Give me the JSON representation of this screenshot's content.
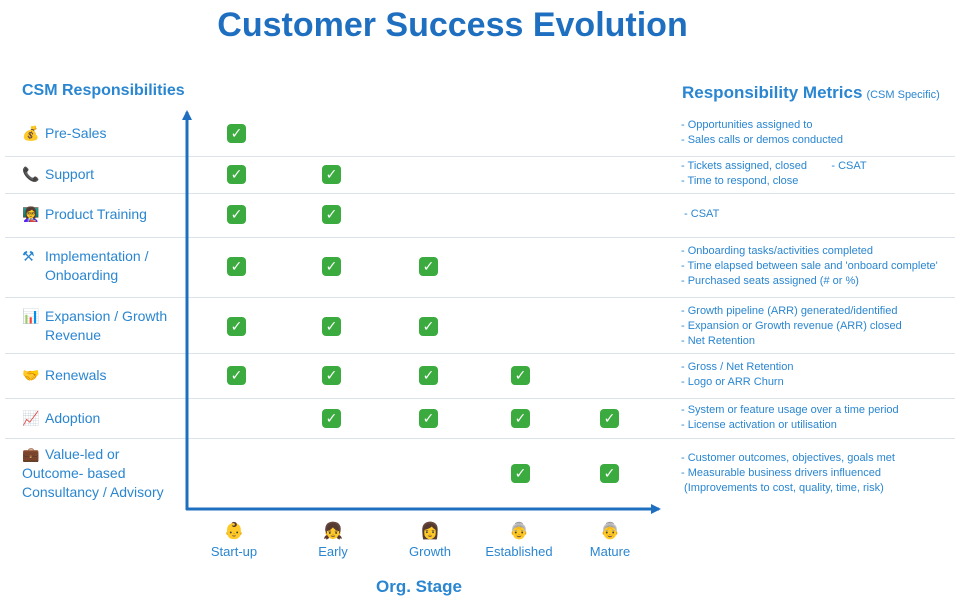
{
  "title": "Customer Success Evolution",
  "left_heading": "CSM Responsibilities",
  "right_heading": "Responsibility Metrics",
  "right_heading_sub": "(CSM Specific)",
  "x_axis_label": "Org. Stage",
  "stages": [
    {
      "label": "Start-up",
      "icon": "baby-face-icon"
    },
    {
      "label": "Early",
      "icon": "child-face-icon"
    },
    {
      "label": "Growth",
      "icon": "woman-face-icon"
    },
    {
      "label": "Established",
      "icon": "older-woman-face-icon"
    },
    {
      "label": "Mature",
      "icon": "elderly-woman-face-icon"
    }
  ],
  "rows": [
    {
      "id": "pre-sales",
      "icon": "money-bag-icon",
      "glyph": "💰",
      "lines": [
        "Pre-Sales"
      ],
      "checks": [
        true,
        false,
        false,
        false,
        false
      ],
      "metrics": [
        "- Opportunities assigned to",
        "- Sales calls or demos conducted"
      ]
    },
    {
      "id": "support",
      "icon": "telephone-icon",
      "glyph": "📞",
      "lines": [
        "Support"
      ],
      "checks": [
        true,
        true,
        false,
        false,
        false
      ],
      "metrics": [
        "- Tickets assigned, closed        - CSAT",
        "- Time to respond, close"
      ]
    },
    {
      "id": "product-training",
      "icon": "teacher-icon",
      "glyph": "👩‍🏫",
      "lines": [
        "Product Training"
      ],
      "checks": [
        true,
        true,
        false,
        false,
        false
      ],
      "metrics": [
        " - CSAT"
      ]
    },
    {
      "id": "implementation",
      "icon": "tools-icon",
      "glyph": "⚒",
      "lines": [
        "Implementation /",
        "Onboarding"
      ],
      "checks": [
        true,
        true,
        true,
        false,
        false
      ],
      "metrics": [
        "- Onboarding tasks/activities completed",
        "- Time elapsed between sale and 'onboard complete'",
        "- Purchased seats assigned (# or %)"
      ]
    },
    {
      "id": "expansion",
      "icon": "bar-chart-icon",
      "glyph": "📊",
      "lines": [
        "Expansion / Growth",
        "Revenue"
      ],
      "checks": [
        true,
        true,
        true,
        false,
        false
      ],
      "metrics": [
        "- Growth pipeline (ARR) generated/identified",
        "- Expansion or Growth revenue (ARR) closed",
        "- Net Retention"
      ]
    },
    {
      "id": "renewals",
      "icon": "handshake-icon",
      "glyph": "🤝",
      "lines": [
        "Renewals"
      ],
      "checks": [
        true,
        true,
        true,
        true,
        false
      ],
      "metrics": [
        "- Gross / Net Retention",
        "- Logo or ARR Churn"
      ]
    },
    {
      "id": "adoption",
      "icon": "chart-increasing-icon",
      "glyph": "📈",
      "lines": [
        "Adoption"
      ],
      "checks": [
        false,
        true,
        true,
        true,
        true
      ],
      "metrics": [
        "- System or feature usage over a time period",
        "- License activation or utilisation"
      ]
    },
    {
      "id": "value-led",
      "icon": "briefcase-icon",
      "glyph": "💼",
      "lines": [
        "Value-led or",
        "Outcome- based",
        "Consultancy / Advisory"
      ],
      "checks": [
        false,
        false,
        false,
        true,
        true
      ],
      "metrics": [
        "- Customer outcomes, objectives, goals met",
        "- Measurable business drivers influenced",
        " (Improvements to cost, quality, time, risk)"
      ]
    }
  ],
  "colors": {
    "title": "#1f6fc0",
    "accent": "#2a86d0",
    "axis": "#1f6fc0",
    "check": "#3cab3f"
  }
}
